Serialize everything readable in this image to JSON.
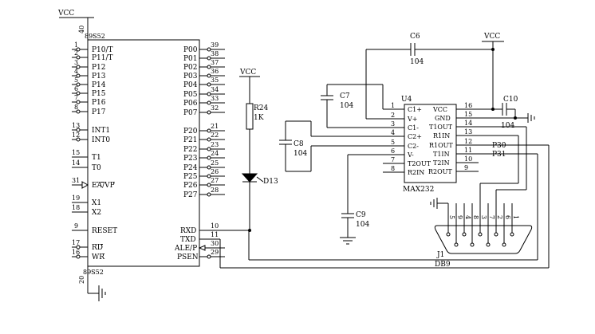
{
  "mcu": {
    "name_top": "89S52",
    "name_bottom": "89S52",
    "vcc_label": "VCC",
    "vcc_pin": "40",
    "gnd_pin": "20",
    "left_pins": [
      {
        "num": "1",
        "label": "P10/T"
      },
      {
        "num": "2",
        "label": "P11/T"
      },
      {
        "num": "3",
        "label": "P12"
      },
      {
        "num": "4",
        "label": "P13"
      },
      {
        "num": "5",
        "label": "P14"
      },
      {
        "num": "6",
        "label": "P15"
      },
      {
        "num": "7",
        "label": "P16"
      },
      {
        "num": "8",
        "label": "P17"
      },
      {
        "num": "13",
        "label": "INT1"
      },
      {
        "num": "12",
        "label": "INT0"
      },
      {
        "num": "15",
        "label": "T1"
      },
      {
        "num": "14",
        "label": "T0"
      },
      {
        "num": "31",
        "label": "EA/VP"
      },
      {
        "num": "19",
        "label": "X1"
      },
      {
        "num": "18",
        "label": "X2"
      },
      {
        "num": "9",
        "label": "RESET"
      },
      {
        "num": "17",
        "label": "RD"
      },
      {
        "num": "16",
        "label": "WR"
      }
    ],
    "right_pins": [
      {
        "num": "39",
        "label": "P00"
      },
      {
        "num": "38",
        "label": "P01"
      },
      {
        "num": "37",
        "label": "P02"
      },
      {
        "num": "36",
        "label": "P03"
      },
      {
        "num": "35",
        "label": "P04"
      },
      {
        "num": "34",
        "label": "P05"
      },
      {
        "num": "33",
        "label": "P06"
      },
      {
        "num": "32",
        "label": "P07"
      },
      {
        "num": "21",
        "label": "P20"
      },
      {
        "num": "22",
        "label": "P21"
      },
      {
        "num": "23",
        "label": "P22"
      },
      {
        "num": "24",
        "label": "P23"
      },
      {
        "num": "25",
        "label": "P24"
      },
      {
        "num": "26",
        "label": "P25"
      },
      {
        "num": "27",
        "label": "P26"
      },
      {
        "num": "28",
        "label": "P27"
      },
      {
        "num": "10",
        "label": "RXD"
      },
      {
        "num": "11",
        "label": "TXD"
      },
      {
        "num": "30",
        "label": "ALE/P"
      },
      {
        "num": "29",
        "label": "PSEN"
      }
    ]
  },
  "led_circuit": {
    "vcc_label": "VCC",
    "resistor_ref": "R24",
    "resistor_value": "1K",
    "led_ref": "D13"
  },
  "max232": {
    "ref": "U4",
    "part": "MAX232",
    "left_pins": [
      {
        "num": "1",
        "label": "C1+"
      },
      {
        "num": "2",
        "label": "V+"
      },
      {
        "num": "3",
        "label": "C1-"
      },
      {
        "num": "4",
        "label": "C2+"
      },
      {
        "num": "5",
        "label": "C2-"
      },
      {
        "num": "6",
        "label": "V-"
      },
      {
        "num": "7",
        "label": "T2OUT"
      },
      {
        "num": "8",
        "label": "R2IN"
      }
    ],
    "right_pins": [
      {
        "num": "16",
        "label": "VCC"
      },
      {
        "num": "15",
        "label": "GND"
      },
      {
        "num": "14",
        "label": "T1OUT"
      },
      {
        "num": "13",
        "label": "R1IN"
      },
      {
        "num": "12",
        "label": "R1OUT"
      },
      {
        "num": "11",
        "label": "T1IN"
      },
      {
        "num": "10",
        "label": "T2IN"
      },
      {
        "num": "9",
        "label": "R2OUT"
      }
    ],
    "net_p30": "P30",
    "net_p31": "P31"
  },
  "capacitors": {
    "c6": {
      "ref": "C6",
      "value": "104"
    },
    "c7": {
      "ref": "C7",
      "value": "104"
    },
    "c8": {
      "ref": "C8",
      "value": "104"
    },
    "c9": {
      "ref": "C9",
      "value": "104"
    },
    "c10": {
      "ref": "C10",
      "value": "104"
    }
  },
  "vcc_top_right": "VCC",
  "connector": {
    "ref": "J1",
    "type": "DB9",
    "pin_nums": [
      "5",
      "9",
      "4",
      "8",
      "3",
      "7",
      "2",
      "6",
      "1"
    ]
  }
}
